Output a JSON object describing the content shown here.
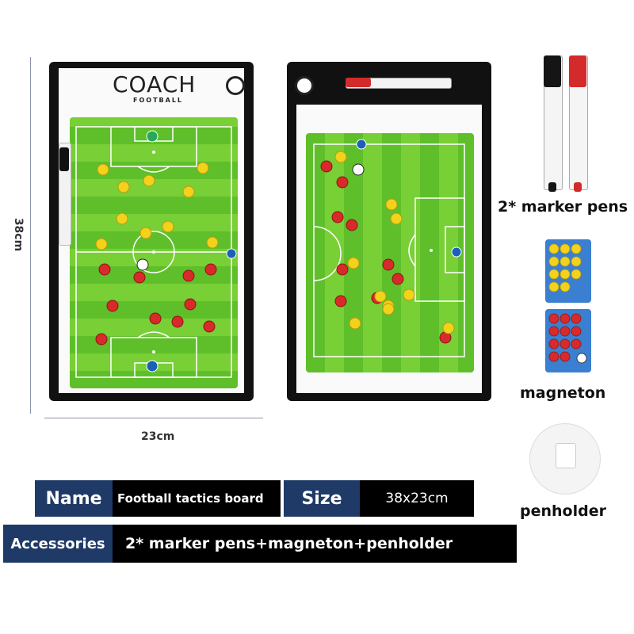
{
  "boards": {
    "coach_title": "COACH",
    "coach_subtitle": "FOOTBALL"
  },
  "dimensions": {
    "height_label": "38cm",
    "width_label": "23cm"
  },
  "accessories": {
    "marker_pens_label": "2* marker pens",
    "magneton_label": "magneton",
    "penholder_label": "penholder"
  },
  "spec_table": {
    "name_key": "Name",
    "name_value": "Football tactics board",
    "size_key": "Size",
    "size_value": "38x23cm",
    "accessories_key": "Accessories",
    "accessories_value": "2* marker pens+magneton+penholder"
  },
  "colors": {
    "navy": "#1f3a66",
    "black": "#000000",
    "pitch_dark": "#5fbf2a",
    "pitch_light": "#78cf36",
    "team_yellow": "#f2d21b",
    "team_red": "#d82a2a"
  }
}
